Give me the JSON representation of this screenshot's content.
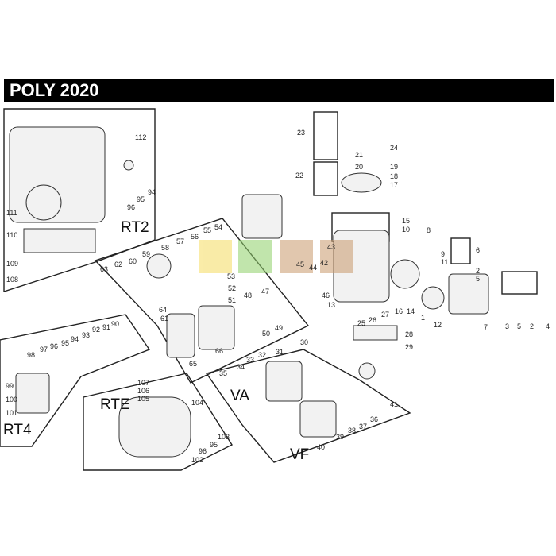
{
  "title": "POLY 2020",
  "sections": [
    "RT2",
    "RT4",
    "RTE",
    "VA",
    "VF"
  ],
  "part_labels": [
    "112",
    "94",
    "95",
    "96",
    "111",
    "110",
    "109",
    "108",
    "63",
    "62",
    "60",
    "59",
    "58",
    "57",
    "56",
    "55",
    "54",
    "53",
    "52",
    "51",
    "48",
    "47",
    "64",
    "61",
    "65",
    "66",
    "50",
    "49",
    "23",
    "22",
    "21",
    "20",
    "24",
    "19",
    "18",
    "17",
    "15",
    "10",
    "8",
    "9",
    "11",
    "6",
    "2",
    "5",
    "43",
    "44",
    "45",
    "42",
    "46",
    "13",
    "25",
    "26",
    "27",
    "16",
    "14",
    "1",
    "12",
    "7",
    "3",
    "5",
    "2",
    "4",
    "28",
    "29",
    "99",
    "100",
    "101",
    "98",
    "97",
    "96",
    "95",
    "94",
    "93",
    "92",
    "91",
    "90",
    "107",
    "106",
    "105",
    "104",
    "103",
    "95",
    "96",
    "102",
    "30",
    "31",
    "32",
    "33",
    "34",
    "35",
    "41",
    "38",
    "37",
    "36",
    "39",
    "40"
  ],
  "colors": {
    "title_bg": "#000000",
    "title_fg": "#ffffff"
  }
}
